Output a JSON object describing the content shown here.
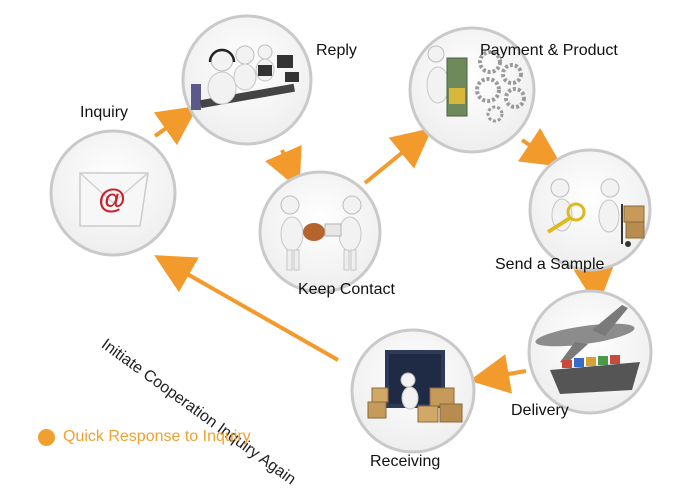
{
  "steps": {
    "inquiry": "Inquiry",
    "reply": "Reply",
    "keep_contact": "Keep Contact",
    "payment": "Payment & Product",
    "sample": "Send a Sample",
    "delivery": "Delivery",
    "receiving": "Receiving"
  },
  "return_label": "Initiate Cooperation Inquiry Again",
  "legend": {
    "text": "Quick Response to Inquiry",
    "color": "#f0a030"
  },
  "icons": {
    "inquiry": "email-at-icon",
    "reply": "call-center-icon",
    "keep_contact": "handshake-figures-icon",
    "payment": "money-and-gears-icon",
    "sample": "sample-handover-icon",
    "delivery": "airplane-and-ship-icon",
    "receiving": "container-boxes-icon"
  },
  "colors": {
    "arrow": "#f39a2c",
    "ring": "#c9c9c9",
    "accent": "#c8202a"
  }
}
